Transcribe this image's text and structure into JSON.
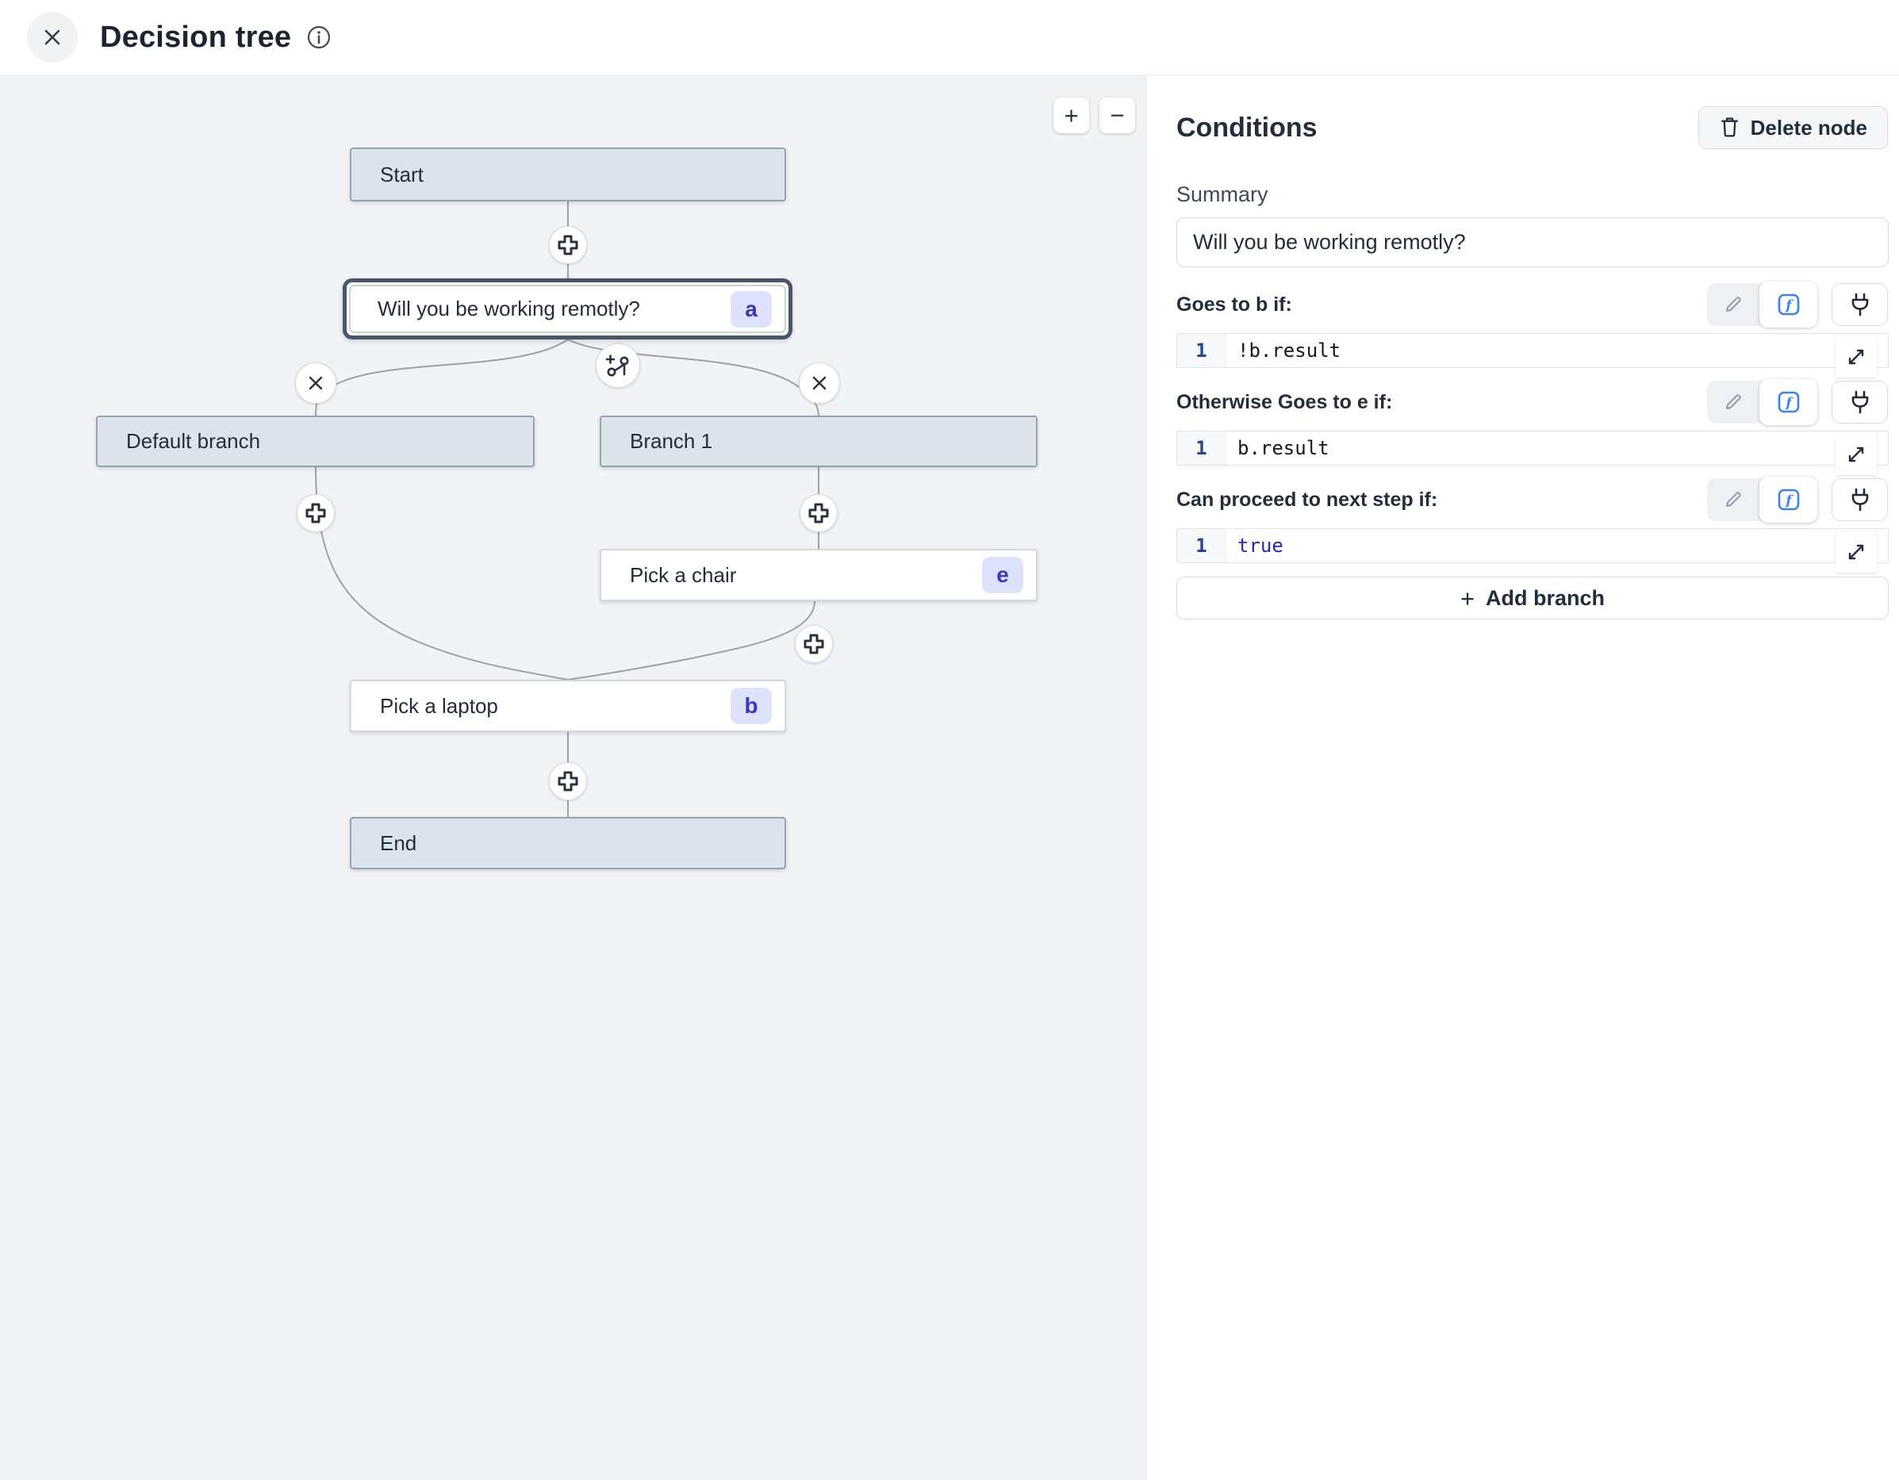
{
  "header": {
    "title": "Decision tree"
  },
  "canvas": {
    "zoom_in_label": "+",
    "zoom_out_label": "−",
    "nodes": [
      {
        "id": "start",
        "label": "Start"
      },
      {
        "id": "a",
        "label": "Will you be working remotly?",
        "badge": "a",
        "selected": true
      },
      {
        "id": "default",
        "label": "Default branch"
      },
      {
        "id": "branch1",
        "label": "Branch 1"
      },
      {
        "id": "e",
        "label": "Pick a chair",
        "badge": "e"
      },
      {
        "id": "b",
        "label": "Pick a laptop",
        "badge": "b"
      },
      {
        "id": "end",
        "label": "End"
      }
    ]
  },
  "panel": {
    "title": "Conditions",
    "delete_button_label": "Delete node",
    "summary_label": "Summary",
    "summary_value": "Will you be working remotly?",
    "sections": [
      {
        "label": "Goes to b if:",
        "line_number": "1",
        "code": "!b.result"
      },
      {
        "label": "Otherwise Goes to e if:",
        "line_number": "1",
        "code": "b.result"
      },
      {
        "label": "Can proceed to next step if:",
        "line_number": "1",
        "code": "true"
      }
    ],
    "add_branch_label": "Add branch"
  },
  "colors": {
    "canvas_bg": "#f1f3f5",
    "node_fill": "#dde3ea",
    "node_border": "#98a3b0",
    "selected_border": "#4a5568",
    "badge_bg": "#dfe2fb",
    "badge_text": "#3a35c4",
    "edge": "#9ba2ab",
    "accent_blue": "#3b82f6",
    "keyword_blue": "#2822cf",
    "line_number_navy": "#24459a",
    "panel_text": "#232d3d"
  }
}
